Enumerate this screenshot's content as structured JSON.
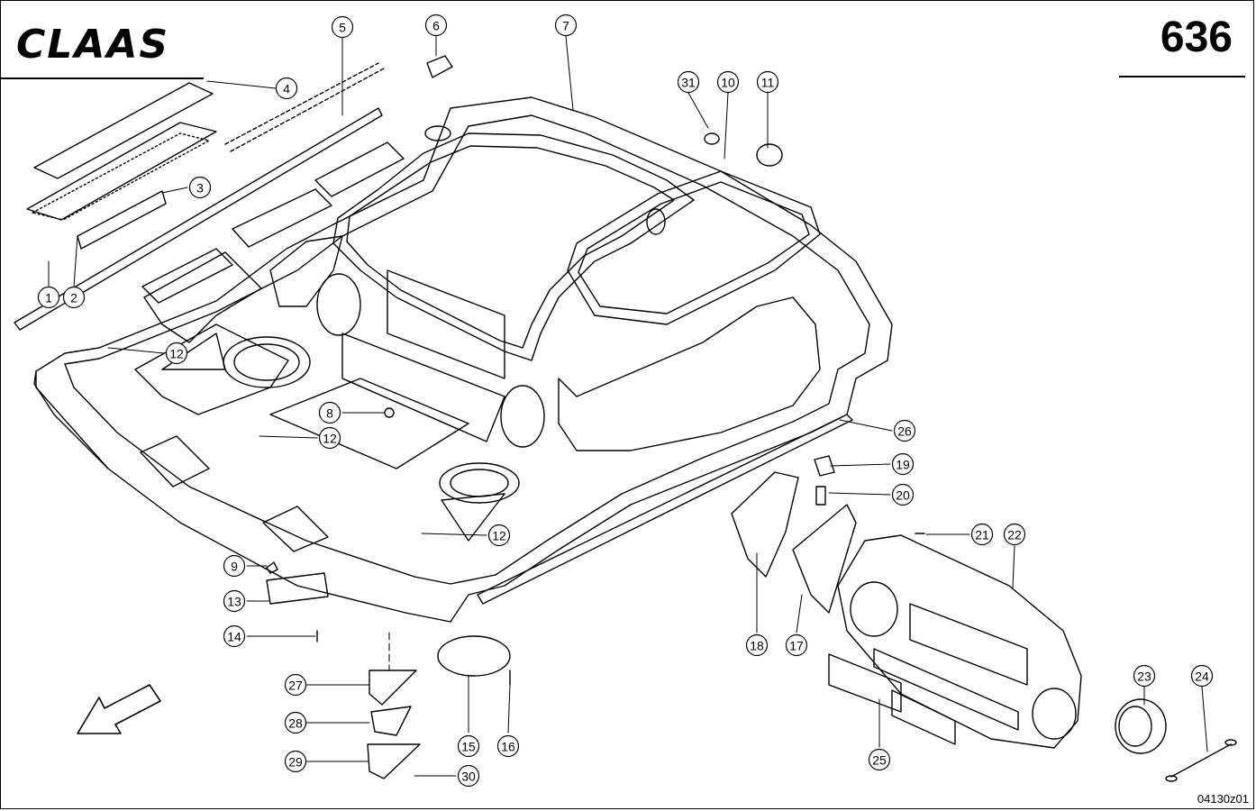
{
  "header": {
    "brand": "CLAAS",
    "page_number": "636"
  },
  "footer": {
    "drawing_id": "04130z01"
  },
  "callouts": [
    "1",
    "2",
    "3",
    "4",
    "5",
    "6",
    "7",
    "8",
    "9",
    "10",
    "11",
    "12",
    "13",
    "14",
    "15",
    "16",
    "17",
    "18",
    "19",
    "20",
    "21",
    "22",
    "23",
    "24",
    "25",
    "26",
    "27",
    "28",
    "29",
    "30",
    "31"
  ]
}
